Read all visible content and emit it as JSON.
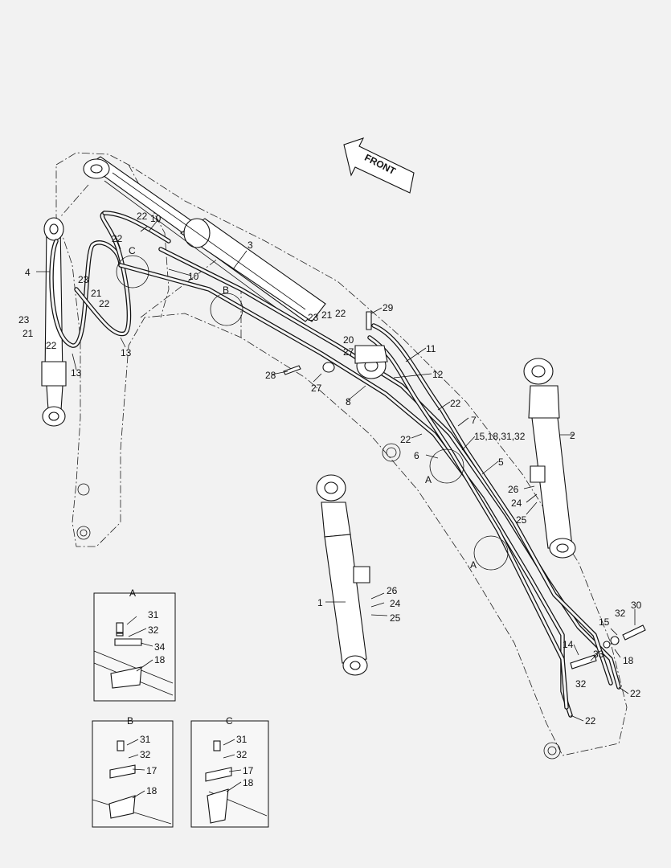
{
  "front_label": "FRONT",
  "labels": {
    "n1": "1",
    "n2": "2",
    "n3": "3",
    "n4": "4",
    "n5": "5",
    "n6": "6",
    "n7": "7",
    "n8": "8",
    "n10a": "10",
    "n10b": "10",
    "n11": "11",
    "n12": "12",
    "n13a": "13",
    "n13b": "13",
    "n14": "14",
    "n15": "15",
    "n15g": "15,18,31,32",
    "n18": "18",
    "n20": "20",
    "n21a": "21",
    "n21b": "21",
    "n21c": "21",
    "n22a": "22",
    "n22b": "22",
    "n22c": "22",
    "n22d": "22",
    "n22e": "22",
    "n22f": "22",
    "n22g": "22",
    "n22h": "22",
    "n22i": "22",
    "n23a": "23",
    "n23b": "23",
    "n23c": "23",
    "n24a": "24",
    "n24b": "24",
    "n25a": "25",
    "n25b": "25",
    "n26a": "26",
    "n26b": "26",
    "n27a": "27",
    "n27b": "27",
    "n28": "28",
    "n29": "29",
    "n30": "30",
    "n32a": "32",
    "n32b": "32",
    "n33": "33",
    "markA1": "A",
    "markA2": "A",
    "markB": "B",
    "markC": "C"
  },
  "details": {
    "A": {
      "title": "A",
      "parts": [
        "31",
        "32",
        "34",
        "18"
      ]
    },
    "B": {
      "title": "B",
      "parts": [
        "31",
        "32",
        "17",
        "18"
      ]
    },
    "C": {
      "title": "C",
      "parts": [
        "31",
        "32",
        "17",
        "18"
      ]
    }
  }
}
